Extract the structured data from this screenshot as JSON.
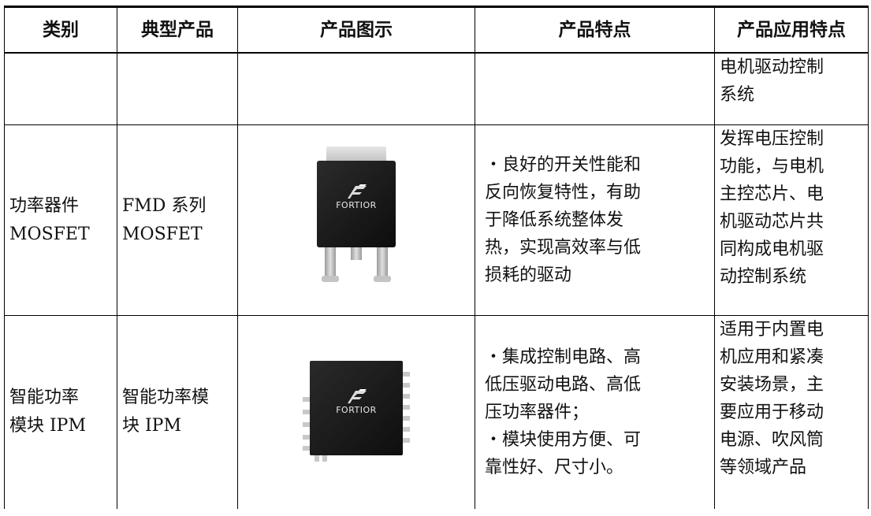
{
  "table": {
    "headers": [
      "类别",
      "典型产品",
      "产品图示",
      "产品特点",
      "产品应用特点"
    ],
    "rows": [
      {
        "category": [],
        "product": [],
        "features": [],
        "application": [
          "电机驱动控制",
          "系统"
        ]
      },
      {
        "category": [
          "功率器件",
          "MOSFET"
        ],
        "product": [
          "FMD 系列",
          "MOSFET"
        ],
        "image_logo": "FORTIOR",
        "features": [
          "・良好的开关性能和",
          "反向恢复特性，有助",
          "于降低系统整体发",
          "热，实现高效率与低",
          "损耗的驱动"
        ],
        "application": [
          "发挥电压控制",
          "功能，与电机",
          "主控芯片、电",
          "机驱动芯片共",
          "同构成电机驱",
          "动控制系统"
        ]
      },
      {
        "category": [
          "智能功率",
          "模块 IPM"
        ],
        "product": [
          "智能功率模",
          "块 IPM"
        ],
        "image_logo": "FORTIOR",
        "features": [
          "・集成控制电路、高",
          "低压驱动电路、高低",
          "压功率器件；",
          "・模块使用方便、可",
          "靠性好、尺寸小。"
        ],
        "application": [
          "适用于内置电",
          "机应用和紧凑",
          "安装场景，主",
          "要应用于移动",
          "电源、吹风筒",
          "等领域产品"
        ]
      }
    ]
  },
  "colors": {
    "border": "#000000",
    "chip_body": "#141414",
    "logo_text": "#e8e8e8"
  },
  "icons": {
    "mosfet_image": "dpak-chip-icon",
    "ipm_image": "ipm-module-icon",
    "brand_mark": "fortior-logo-icon"
  }
}
